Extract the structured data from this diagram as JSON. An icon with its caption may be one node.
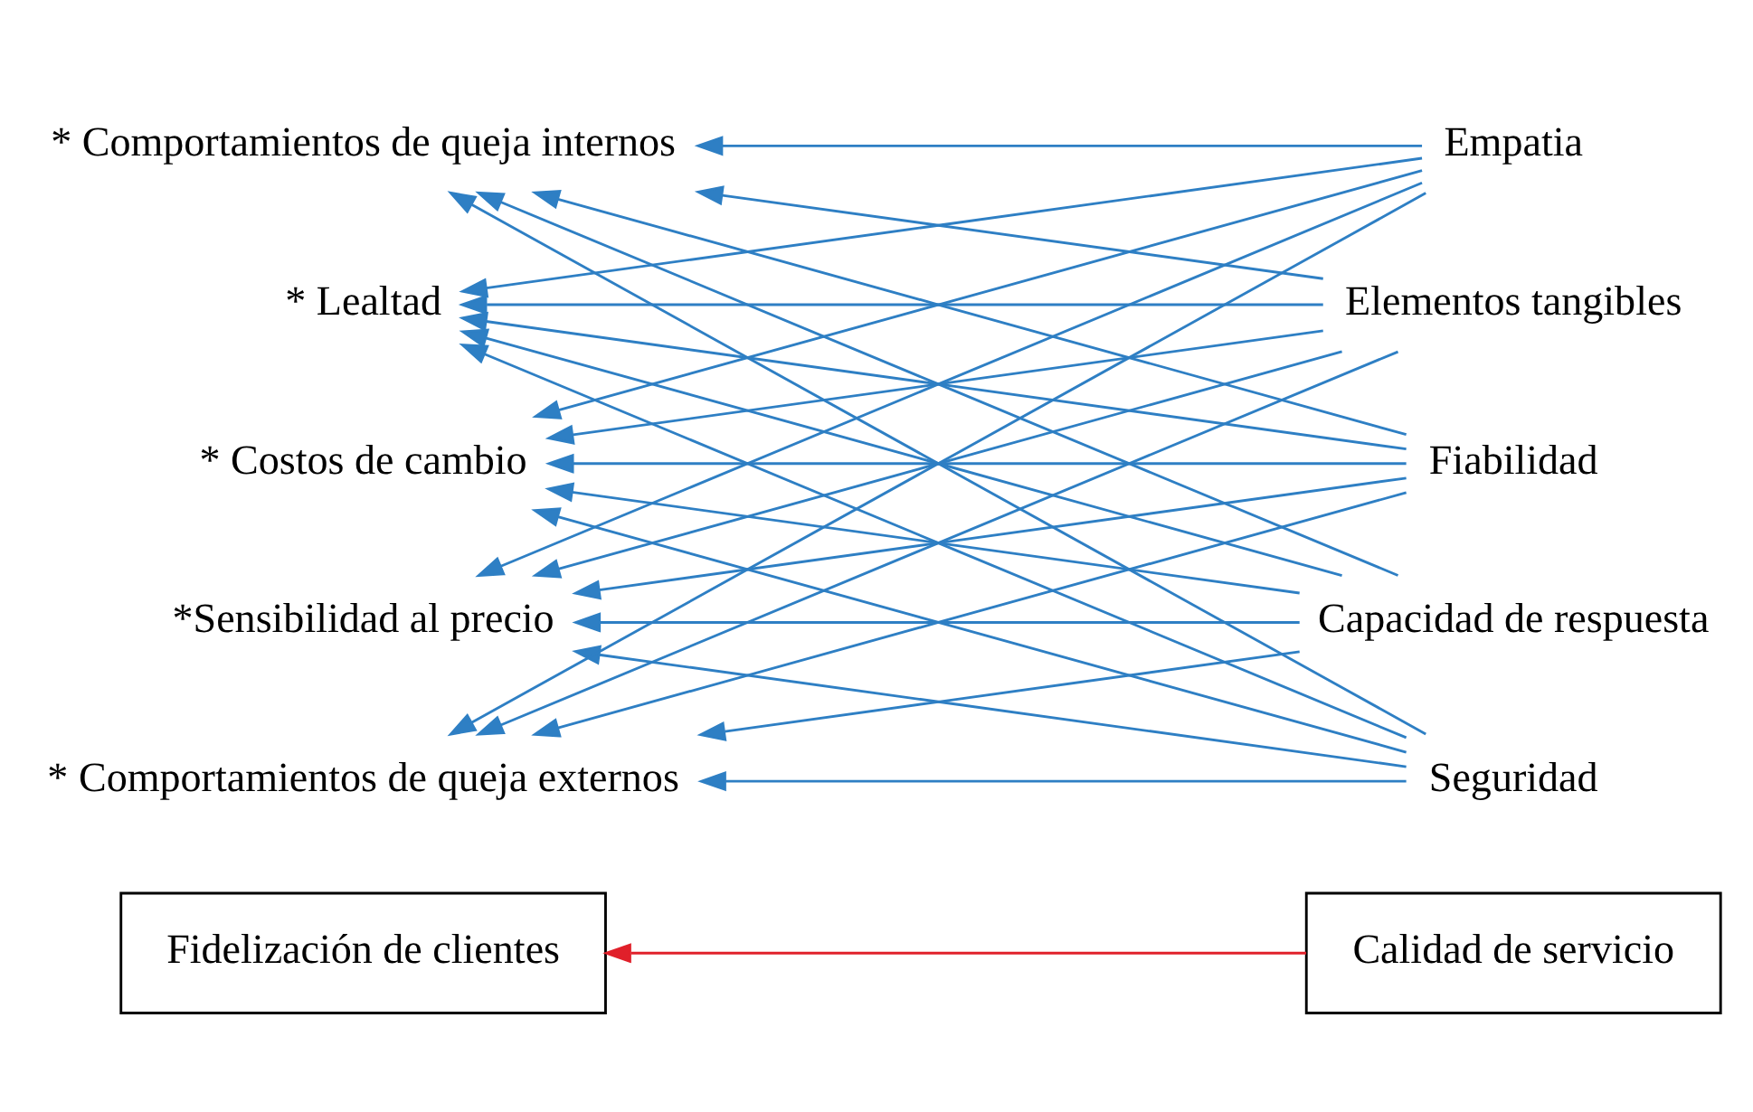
{
  "diagram": {
    "nodes": [
      {
        "text": [
          "Fidelización de clientes"
        ]
      },
      {
        "text": [
          "Calidad de servicio"
        ]
      },
      {
        "text": [
          "* Lealtad"
        ]
      },
      {
        "text": [
          "* Costos de cambio"
        ]
      },
      {
        "text": [
          "*Sensibilidad al precio"
        ]
      },
      {
        "text": [
          "* Comportamientos de queja externos"
        ]
      },
      {
        "text": [
          "* Comportamientos de queja internos"
        ]
      },
      {
        "text": [
          "Elementos tangibles"
        ]
      },
      {
        "text": [
          "Fiabilidad"
        ]
      },
      {
        "text": [
          "Capacidad de respuesta"
        ]
      },
      {
        "text": [
          "Seguridad"
        ]
      },
      {
        "text": [
          "Empatia"
        ]
      }
    ],
    "edges": [
      {
        "from": 1,
        "to": 0,
        "arrow": "to",
        "color": "#e0202a"
      },
      {
        "from": 7,
        "to": 2,
        "arrow": "to"
      },
      {
        "from": 7,
        "to": 3,
        "arrow": "to"
      },
      {
        "from": 7,
        "to": 4,
        "arrow": "to"
      },
      {
        "from": 7,
        "to": 5,
        "arrow": "to"
      },
      {
        "from": 7,
        "to": 6,
        "arrow": "to"
      },
      {
        "from": 8,
        "to": 2,
        "arrow": "to"
      },
      {
        "from": 8,
        "to": 3,
        "arrow": "to"
      },
      {
        "from": 8,
        "to": 4,
        "arrow": "to"
      },
      {
        "from": 8,
        "to": 5,
        "arrow": "to"
      },
      {
        "from": 8,
        "to": 6,
        "arrow": "to"
      },
      {
        "from": 9,
        "to": 2,
        "arrow": "to"
      },
      {
        "from": 9,
        "to": 3,
        "arrow": "to"
      },
      {
        "from": 9,
        "to": 4,
        "arrow": "to"
      },
      {
        "from": 9,
        "to": 5,
        "arrow": "to"
      },
      {
        "from": 9,
        "to": 6,
        "arrow": "to"
      },
      {
        "from": 10,
        "to": 2,
        "arrow": "to"
      },
      {
        "from": 10,
        "to": 3,
        "arrow": "to"
      },
      {
        "from": 10,
        "to": 4,
        "arrow": "to"
      },
      {
        "from": 10,
        "to": 5,
        "arrow": "to"
      },
      {
        "from": 10,
        "to": 6,
        "arrow": "to"
      },
      {
        "from": 11,
        "to": 2,
        "arrow": "to"
      },
      {
        "from": 11,
        "to": 3,
        "arrow": "to"
      },
      {
        "from": 11,
        "to": 4,
        "arrow": "to"
      },
      {
        "from": 11,
        "to": 5,
        "arrow": "to"
      },
      {
        "from": 11,
        "to": 6,
        "arrow": "to"
      }
    ]
  }
}
